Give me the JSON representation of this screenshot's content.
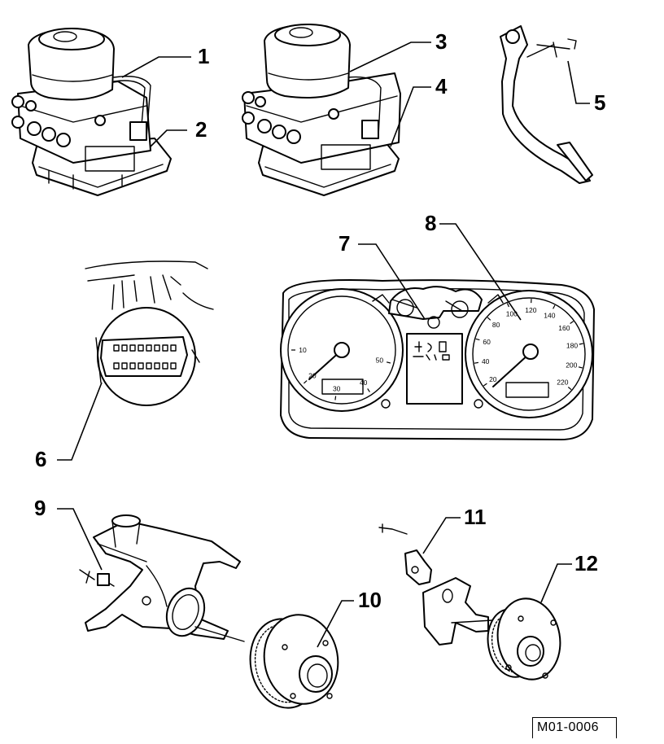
{
  "callouts": {
    "c1": "1",
    "c2": "2",
    "c3": "3",
    "c4": "4",
    "c5": "5",
    "c6": "6",
    "c7": "7",
    "c8": "8",
    "c9": "9",
    "c10": "10",
    "c11": "11",
    "c12": "12"
  },
  "tacho_ticks": [
    "10",
    "20",
    "30",
    "40",
    "50"
  ],
  "speedo_ticks": [
    "20",
    "40",
    "60",
    "80",
    "100",
    "120",
    "140",
    "160",
    "180",
    "200",
    "220"
  ],
  "reference_code": "M01-0006"
}
